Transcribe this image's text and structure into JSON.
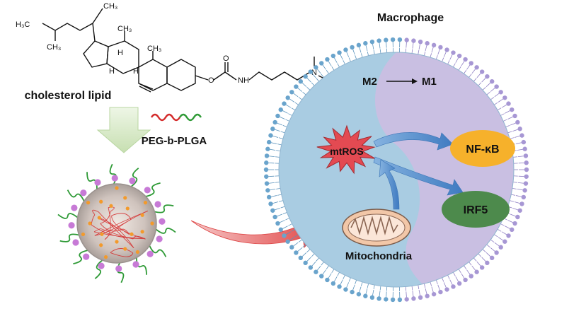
{
  "molecule": {
    "caption": "cholesterol lipid",
    "atoms": {
      "h3c": "H₃C",
      "ch3_top": "CH₃",
      "ch3_iso": "CH₃",
      "ch3_a": "CH₃",
      "ch3_b": "CH₃",
      "h1": "H",
      "h2": "H",
      "h3": "H",
      "o1": "O",
      "o2": "O",
      "nh": "NH",
      "n": "N"
    }
  },
  "polymer": {
    "label": "PEG-b-PLGA",
    "colors": {
      "peg": "#2e9a36",
      "plga": "#d42a2a"
    }
  },
  "cell": {
    "title": "Macrophage",
    "polarization": {
      "from": "M2",
      "to": "M1"
    },
    "nodes": {
      "mtros": "mtROS",
      "nfkb": "NF-κB",
      "irf5": "IRF5",
      "mito": "Mitochondria"
    },
    "colors": {
      "m2_region": "#a8cbe0",
      "m1_region": "#c7bde0",
      "nfkb_fill": "#f6b12b",
      "irf5_fill": "#4c8a4c",
      "mtros_fill": "#e34a52",
      "arrow_fill": "#4b86c6",
      "delivery_arrow": "#e04848"
    }
  }
}
